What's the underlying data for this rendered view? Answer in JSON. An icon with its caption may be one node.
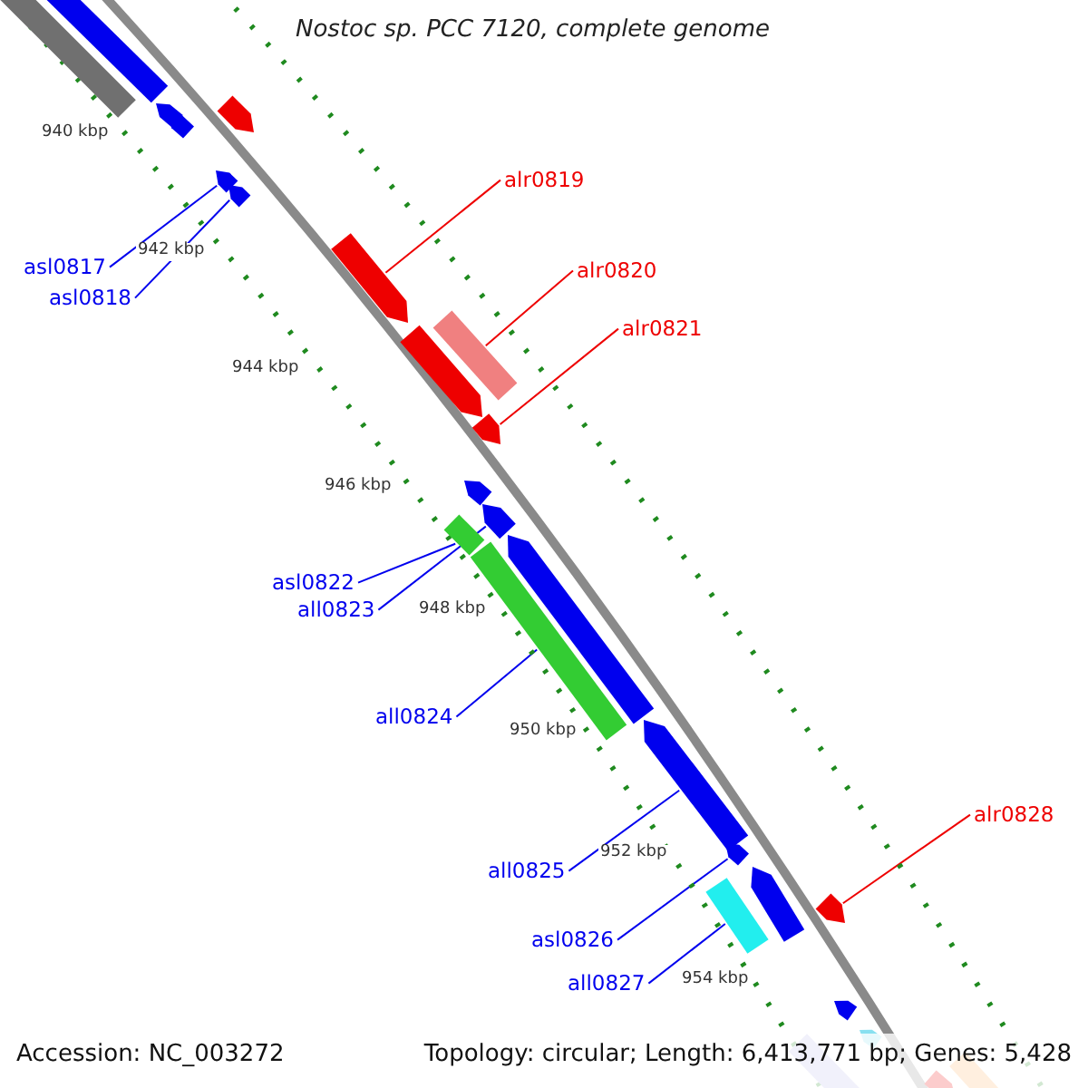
{
  "diagram": {
    "title": "Nostoc sp. PCC 7120, complete genome",
    "nodes": [
      {
        "text": [
          "alr0819"
        ]
      },
      {
        "text": [
          "asl0817"
        ]
      },
      {
        "text": [
          "alr0820"
        ]
      },
      {
        "text": [
          "asl0818"
        ]
      },
      {
        "text": [
          "alr0821"
        ]
      },
      {
        "text": [
          "asl0822"
        ]
      },
      {
        "text": [
          "all0823"
        ]
      },
      {
        "text": [
          "all0824"
        ]
      },
      {
        "text": [
          "alr0828"
        ]
      },
      {
        "text": [
          "all0825"
        ]
      },
      {
        "text": [
          "asl0826"
        ]
      },
      {
        "text": [
          "all0827"
        ]
      },
      {
        "text": [],
        "shape": "bar"
      },
      {
        "text": [],
        "shape": "bar"
      },
      {
        "text": [],
        "shape": "bar"
      },
      {
        "text": [],
        "shape": "bar"
      },
      {
        "text": [],
        "shape": "bar"
      },
      {
        "text": [],
        "shape": "bar"
      },
      {
        "text": [],
        "shape": "bar"
      },
      {
        "text": [],
        "shape": "bar"
      },
      {
        "text": [],
        "shape": "bar"
      },
      {
        "text": [],
        "shape": "bar"
      },
      {
        "text": [],
        "shape": "bar"
      },
      {
        "text": [],
        "shape": "bar"
      },
      {
        "text": [],
        "shape": "bar"
      },
      {
        "text": [],
        "shape": "bar"
      },
      {
        "text": [],
        "shape": "bar"
      },
      {
        "text": [],
        "shape": "bar"
      },
      {
        "text": [],
        "shape": "bar"
      },
      {
        "text": [],
        "shape": "bar"
      },
      {
        "text": [],
        "shape": "bar"
      },
      {
        "text": [],
        "shape": "bar"
      },
      {
        "text": [],
        "shape": "bar"
      },
      {
        "text": [],
        "shape": "bar"
      },
      {
        "text": [],
        "shape": "bar"
      },
      {
        "text": [],
        "shape": "bar"
      },
      {
        "text": [],
        "shape": "bar"
      },
      {
        "text": [],
        "shape": "bar"
      }
    ],
    "edges": [
      {
        "from": 0,
        "to": 12,
        "arrow": "none",
        "color": "#ee0000"
      },
      {
        "from": 1,
        "to": 13,
        "arrow": "none"
      },
      {
        "from": 2,
        "to": 14,
        "arrow": "none",
        "color": "#ee0000"
      },
      {
        "from": 3,
        "to": 15,
        "arrow": "none"
      },
      {
        "from": 4,
        "to": 16,
        "arrow": "none",
        "color": "#ee0000"
      },
      {
        "from": 5,
        "to": 17,
        "arrow": "none"
      },
      {
        "from": 6,
        "to": 18,
        "arrow": "none"
      },
      {
        "from": 7,
        "to": 19,
        "arrow": "none"
      },
      {
        "from": 8,
        "to": 20,
        "arrow": "none",
        "color": "#ee0000"
      },
      {
        "from": 9,
        "to": 21,
        "arrow": "none"
      },
      {
        "from": 10,
        "to": 22,
        "arrow": "none"
      },
      {
        "from": 11,
        "to": 23,
        "arrow": "none"
      }
    ],
    "labels": [
      "940 kbp",
      "942 kbp",
      "944 kbp",
      "946 kbp",
      "948 kbp",
      "950 kbp",
      "952 kbp",
      "954 kbp",
      "Accession: NC_003272",
      "Topology: circular; Length: 6,413,771 bp; Genes: 5,428"
    ]
  }
}
